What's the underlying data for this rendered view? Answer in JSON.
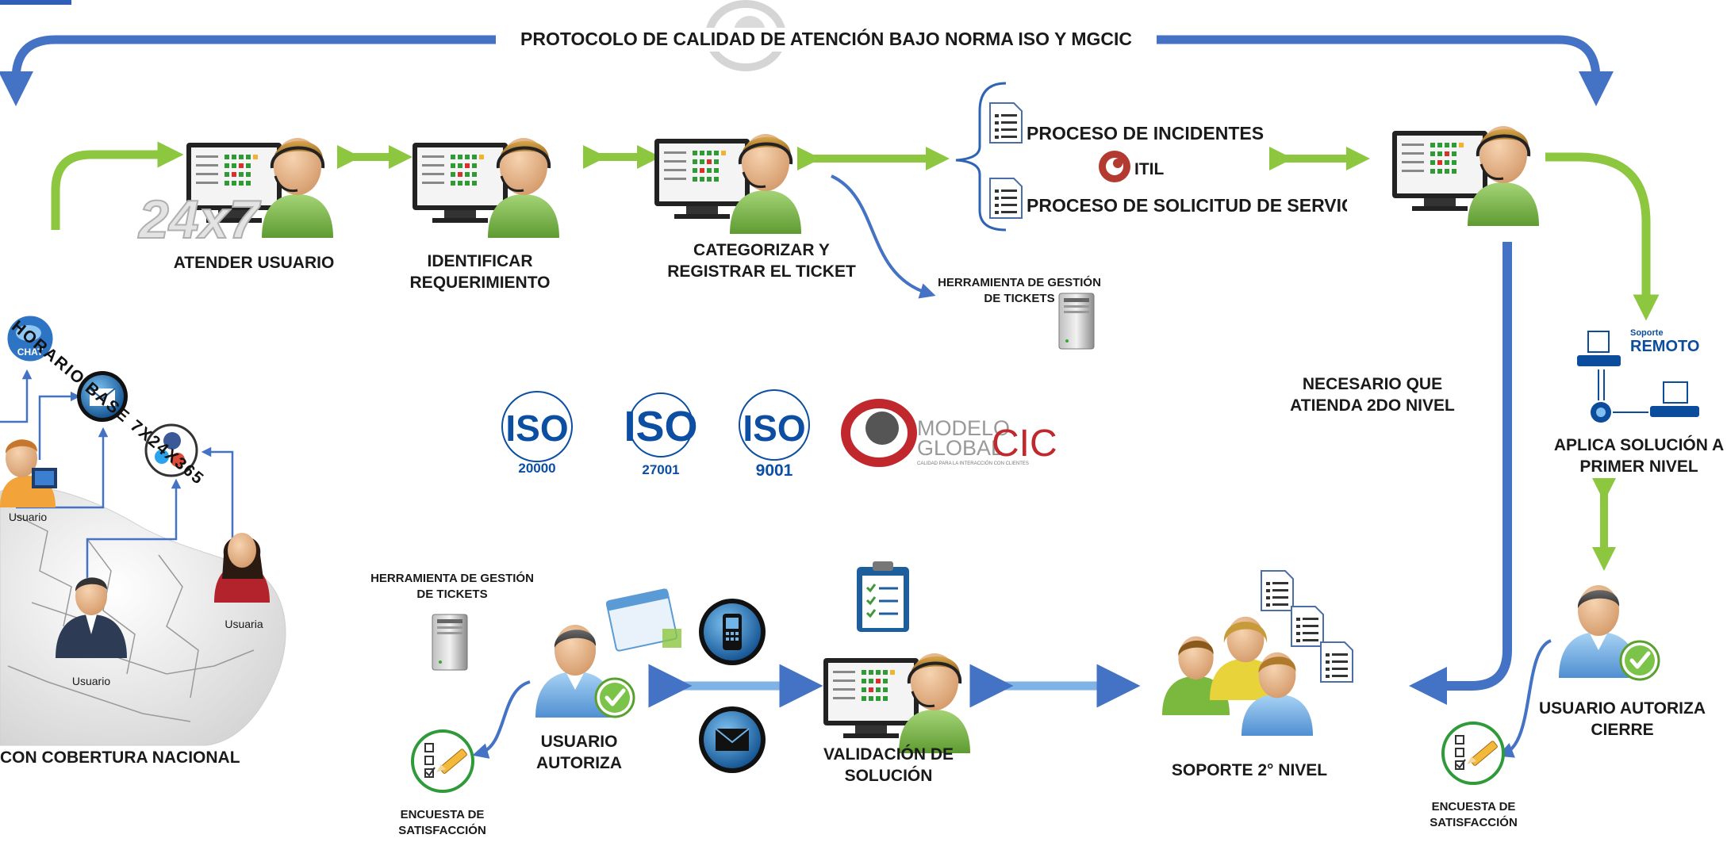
{
  "title": "PROTOCOLO DE CALIDAD DE ATENCIÓN BAJO NORMA ISO Y MGCIC",
  "schedule": "HORARIO BASE 7X24X365",
  "badge_24x7": "24x7",
  "steps": {
    "atender": "ATENDER USUARIO",
    "identificar": [
      "IDENTIFICAR",
      "REQUERIMIENTO"
    ],
    "categorizar": [
      "CATEGORIZAR Y",
      "REGISTRAR EL TICKET"
    ],
    "herramienta_top": [
      "HERRAMIENTA DE GESTIÓN",
      "DE TICKETS"
    ],
    "proceso_incidentes": "PROCESO DE INCIDENTES",
    "proceso_solicitud": "PROCESO DE SOLICITUD DE SERVICIO",
    "itil": "ITIL",
    "necesario": [
      "NECESARIO QUE",
      "ATIENDA 2DO NIVEL"
    ],
    "aplica": [
      "APLICA SOLUCIÓN A",
      "PRIMER NIVEL"
    ],
    "soporte_remoto": [
      "Soporte",
      "REMOTO"
    ],
    "usuario_autoriza_cierre": [
      "USUARIO AUTORIZA",
      "CIERRE"
    ],
    "encuesta_right": [
      "ENCUESTA DE",
      "SATISFACCIÓN"
    ],
    "soporte_2": "SOPORTE 2° NIVEL",
    "validacion": [
      "VALIDACIÓN DE",
      "SOLUCIÓN"
    ],
    "usuario_autoriza": [
      "USUARIO",
      "AUTORIZA"
    ],
    "encuesta_left": [
      "ENCUESTA DE",
      "SATISFACCIÓN"
    ],
    "herramienta_bottom": [
      "HERRAMIENTA DE GESTIÓN",
      "DE TICKETS"
    ],
    "cobertura": "CON COBERTURA NACIONAL"
  },
  "users": {
    "u1": "Usuario",
    "u2": "Usuario",
    "u3": "Usuaria"
  },
  "chat": "CHAT",
  "iso": {
    "iso_a": {
      "word": "ISO",
      "num": "20000"
    },
    "iso_b": {
      "word": "ISO",
      "num": "27001"
    },
    "iso_c": {
      "word": "ISO",
      "num": "9001"
    }
  },
  "mgcic": {
    "line1": "MODELO",
    "line2": "GLOBAL",
    "brand": "CIC",
    "tagline": "CALIDAD PARA LA INTERACCIÓN CON CLIENTES"
  },
  "colors": {
    "blue_arrow": "#4472c4",
    "green_arrow": "#8dc63f",
    "light_blue_arrow": "#7fb2e5",
    "iso_blue": "#0b4ea2",
    "cic_red": "#c0282d"
  }
}
